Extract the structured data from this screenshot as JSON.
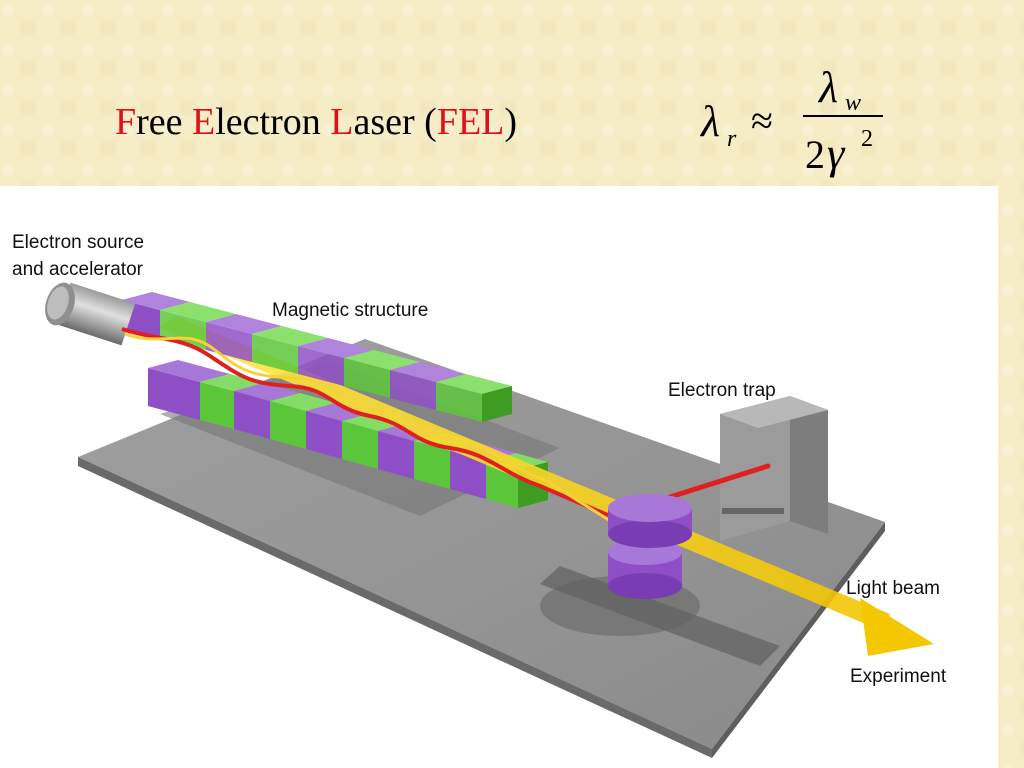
{
  "title": {
    "parts": [
      {
        "text": "F",
        "accent": true
      },
      {
        "text": "ree ",
        "accent": false
      },
      {
        "text": "E",
        "accent": true
      },
      {
        "text": "lectron ",
        "accent": false
      },
      {
        "text": "L",
        "accent": true
      },
      {
        "text": "aser (",
        "accent": false
      },
      {
        "text": "FEL",
        "accent": true
      },
      {
        "text": ")",
        "accent": false
      }
    ]
  },
  "formula": {
    "lhs_symbol": "λ",
    "lhs_subscript": "r",
    "relation": "≈",
    "numerator_symbol": "λ",
    "numerator_subscript": "w",
    "denominator_coefficient": "2",
    "denominator_symbol": "γ",
    "denominator_exponent": "2"
  },
  "diagram": {
    "labels": {
      "source_line1": "Electron source",
      "source_line2": "and accelerator",
      "magnetic": "Magnetic structure",
      "trap": "Electron trap",
      "light": "Light beam",
      "experiment": "Experiment"
    },
    "colors": {
      "accent": "#e0101a",
      "magnet_purple": "#8e4fc6",
      "magnet_green": "#5cc63a",
      "electron_beam": "#e02020",
      "light_beam": "#f5d800",
      "base_plate": "#8c8c8c",
      "background": "#f6ecc6"
    }
  }
}
